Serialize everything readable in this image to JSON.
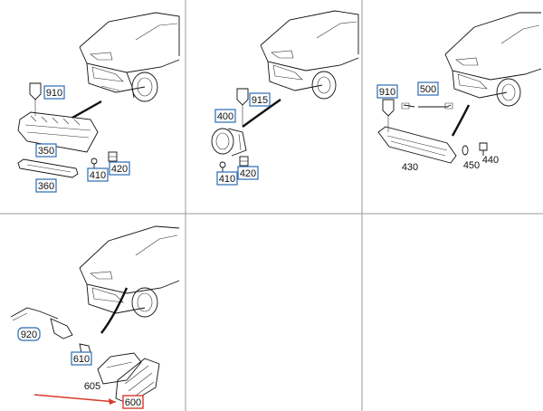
{
  "colors": {
    "label_border": "#2a6cb5",
    "highlight_arrow": "#d73a2a",
    "grid_line": "#9a9a9a"
  },
  "panels": [
    {
      "id": "panel-1",
      "parts": {
        "p910": "910",
        "p350": "350",
        "p360": "360",
        "p410": "410",
        "p420": "420"
      }
    },
    {
      "id": "panel-2",
      "parts": {
        "p915": "915",
        "p400": "400",
        "p410": "410",
        "p420": "420"
      }
    },
    {
      "id": "panel-3",
      "parts": {
        "p910": "910",
        "p500": "500",
        "p430": "430",
        "p450": "450",
        "p440": "440"
      }
    },
    {
      "id": "panel-4",
      "parts": {
        "p920": "920",
        "p610": "610",
        "p605": "605",
        "p600": "600"
      }
    }
  ]
}
